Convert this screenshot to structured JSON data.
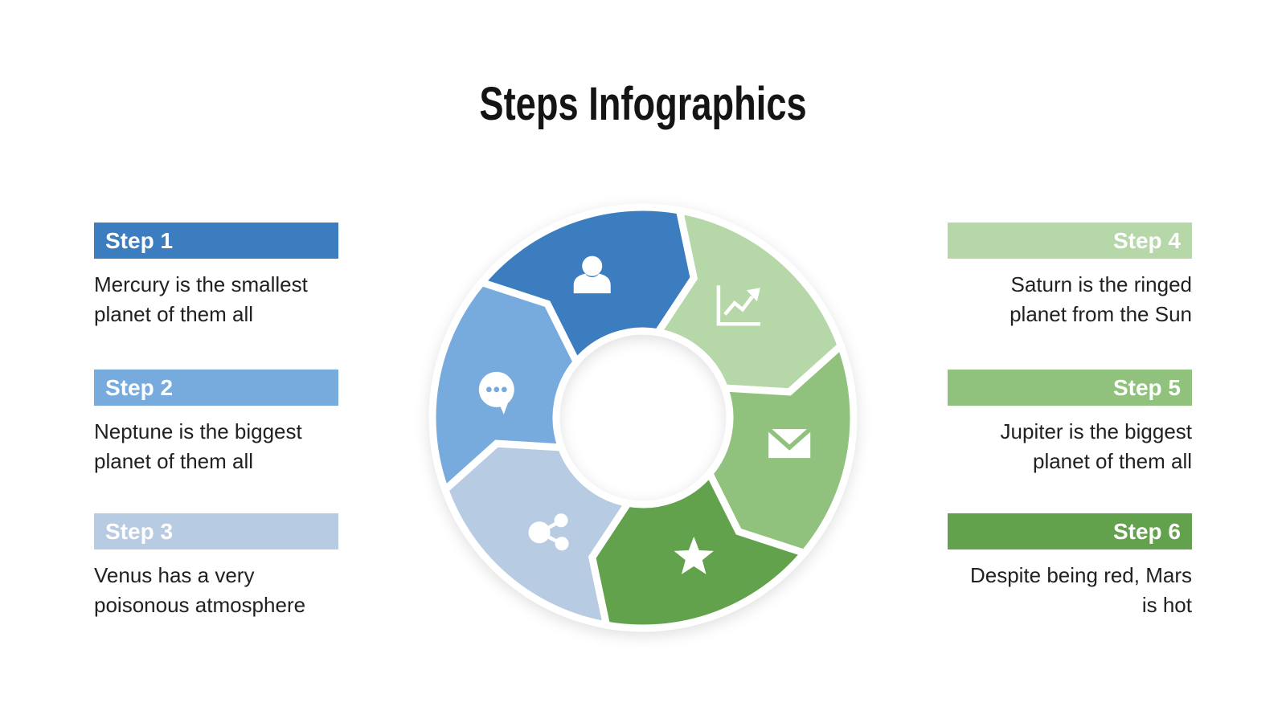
{
  "title": "Steps Infographics",
  "steps": [
    {
      "label": "Step 1",
      "line1": "Mercury is the smallest",
      "line2": "planet of them all",
      "color": "#3c7dc0",
      "side": "left"
    },
    {
      "label": "Step 2",
      "line1": "Neptune is the biggest",
      "line2": "planet of them all",
      "color": "#78abdd",
      "side": "left"
    },
    {
      "label": "Step 3",
      "line1": "Venus has a very",
      "line2": "poisonous atmosphere",
      "color": "#b7cce3",
      "side": "left"
    },
    {
      "label": "Step 4",
      "line1": "Saturn is the ringed",
      "line2": "planet from the Sun",
      "color": "#b6d7a8",
      "side": "right"
    },
    {
      "label": "Step 5",
      "line1": "Jupiter is the biggest",
      "line2": "planet of them all",
      "color": "#90c27e",
      "side": "right"
    },
    {
      "label": "Step 6",
      "line1": "Despite being red, Mars",
      "line2": "is hot",
      "color": "#63a24c",
      "side": "right"
    }
  ],
  "diagram": {
    "type": "cycle-arrows",
    "flow": "clockwise",
    "segments": [
      {
        "step": "Step 1",
        "icon": "user-icon",
        "color": "#3c7dc0",
        "mid_angle_deg": -110,
        "position": "top"
      },
      {
        "step": "Step 4",
        "icon": "growth-chart-icon",
        "color": "#b6d7a8",
        "mid_angle_deg": -50,
        "position": "top-right"
      },
      {
        "step": "Step 5",
        "icon": "envelope-icon",
        "color": "#90c27e",
        "mid_angle_deg": 10,
        "position": "right"
      },
      {
        "step": "Step 6",
        "icon": "star-icon",
        "color": "#63a24c",
        "mid_angle_deg": 70,
        "position": "bottom-right"
      },
      {
        "step": "Step 3",
        "icon": "share-icon",
        "color": "#b7cce3",
        "mid_angle_deg": 130,
        "position": "bottom-left"
      },
      {
        "step": "Step 2",
        "icon": "chat-icon",
        "color": "#78abdd",
        "mid_angle_deg": 190,
        "position": "left"
      }
    ]
  }
}
